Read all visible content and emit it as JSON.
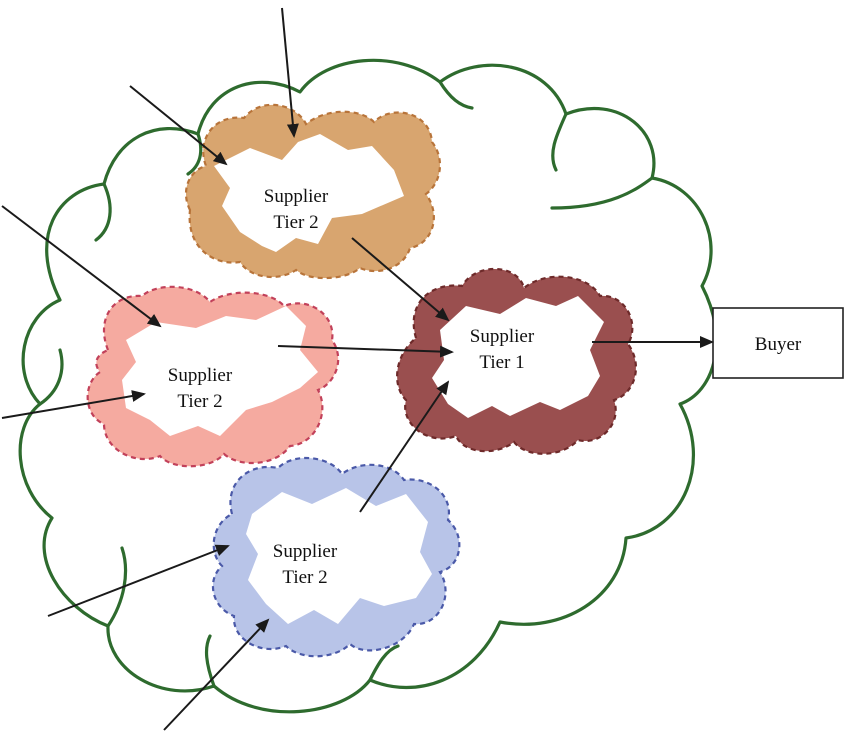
{
  "diagram": {
    "outer_cloud_color": "#2e6b2e",
    "arrow_color": "#1a1a1a",
    "nodes": {
      "supplier_tier2_top": {
        "line1": "Supplier",
        "line2": "Tier 2",
        "fill": "#d8a56f",
        "border": "#b8743a"
      },
      "supplier_tier2_left": {
        "line1": "Supplier",
        "line2": "Tier 2",
        "fill": "#f5aaa0",
        "border": "#c2415a"
      },
      "supplier_tier1": {
        "line1": "Supplier",
        "line2": "Tier 1",
        "fill": "#9a4f4f",
        "border": "#6e2a2a"
      },
      "supplier_tier2_bottom": {
        "line1": "Supplier",
        "line2": "Tier 2",
        "fill": "#b8c4e8",
        "border": "#4a59a8"
      },
      "buyer": {
        "label": "Buyer"
      }
    }
  }
}
